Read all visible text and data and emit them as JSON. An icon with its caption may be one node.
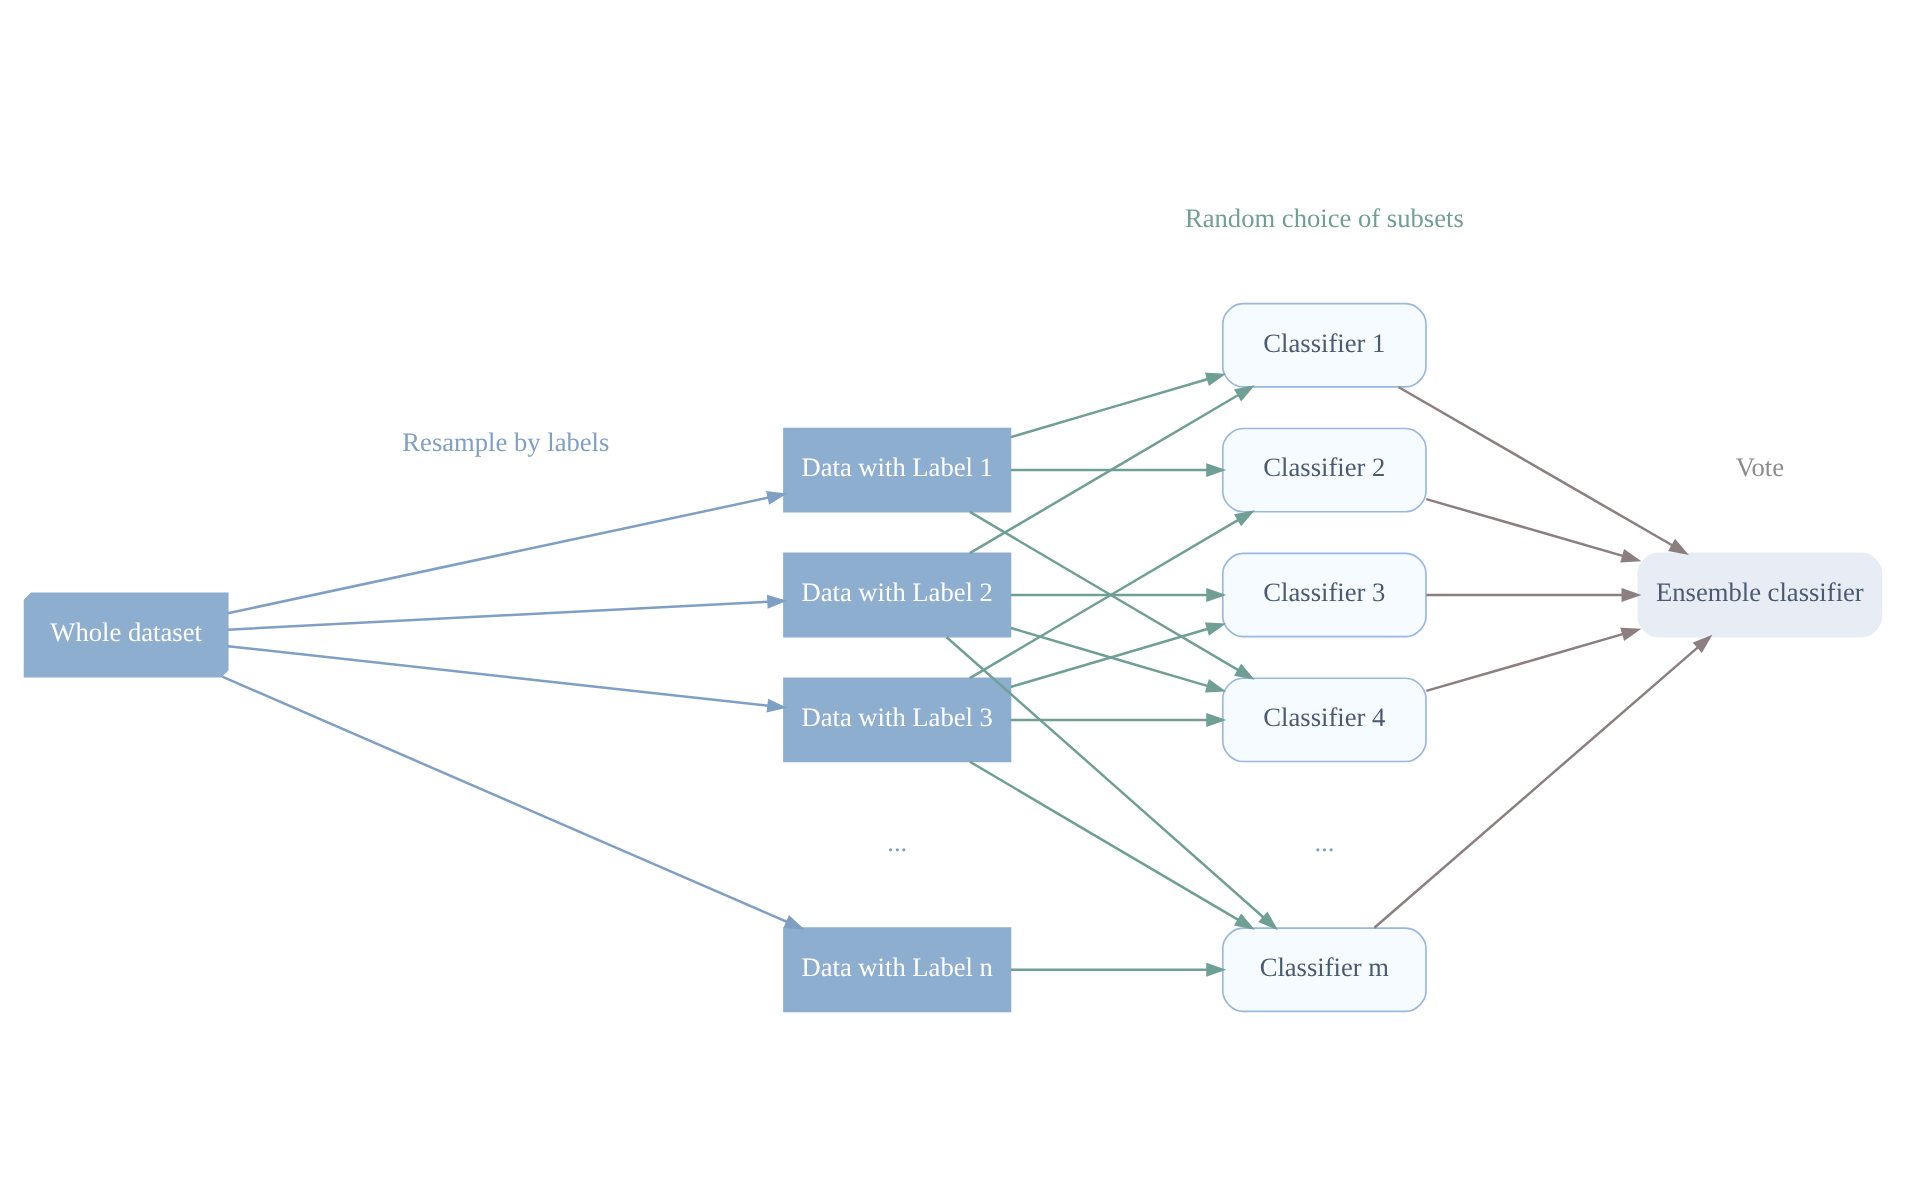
{
  "diagram": {
    "nodes": [
      {
        "text": [
          "Whole dataset"
        ]
      },
      {
        "text": [
          "Data with Label 1"
        ]
      },
      {
        "text": [
          "Data with Label 2"
        ]
      },
      {
        "text": [
          "Data with Label 3"
        ]
      },
      {
        "text": [
          "Data with Label n"
        ]
      },
      {
        "text": [
          "Classifier 1"
        ]
      },
      {
        "text": [
          "Classifier 2"
        ]
      },
      {
        "text": [
          "Classifier 3"
        ]
      },
      {
        "text": [
          "Classifier 4"
        ]
      },
      {
        "text": [
          "Classifier m"
        ]
      },
      {
        "text": [
          "Ensemble classifier"
        ]
      }
    ],
    "edges": [
      {
        "from": 0,
        "to": 1,
        "arrow": "to",
        "color": "#7f9fc4"
      },
      {
        "from": 0,
        "to": 2,
        "arrow": "to",
        "color": "#7f9fc4"
      },
      {
        "from": 0,
        "to": 3,
        "arrow": "to",
        "color": "#7f9fc4"
      },
      {
        "from": 0,
        "to": 4,
        "arrow": "to",
        "color": "#7f9fc4"
      },
      {
        "from": 1,
        "to": 5,
        "arrow": "to"
      },
      {
        "from": 1,
        "to": 6,
        "arrow": "to"
      },
      {
        "from": 1,
        "to": 8,
        "arrow": "to"
      },
      {
        "from": 2,
        "to": 5,
        "arrow": "to"
      },
      {
        "from": 2,
        "to": 7,
        "arrow": "to"
      },
      {
        "from": 2,
        "to": 8,
        "arrow": "to"
      },
      {
        "from": 2,
        "to": 9,
        "arrow": "to"
      },
      {
        "from": 3,
        "to": 6,
        "arrow": "to"
      },
      {
        "from": 3,
        "to": 7,
        "arrow": "to"
      },
      {
        "from": 3,
        "to": 8,
        "arrow": "to"
      },
      {
        "from": 3,
        "to": 9,
        "arrow": "to"
      },
      {
        "from": 4,
        "to": 9,
        "arrow": "to"
      },
      {
        "from": 5,
        "to": 10,
        "arrow": "to",
        "color": "#8c7f80"
      },
      {
        "from": 6,
        "to": 10,
        "arrow": "to",
        "color": "#8c7f80"
      },
      {
        "from": 7,
        "to": 10,
        "arrow": "to",
        "color": "#8c7f80"
      },
      {
        "from": 8,
        "to": 10,
        "arrow": "to",
        "color": "#8c7f80"
      },
      {
        "from": 9,
        "to": 10,
        "arrow": "to",
        "color": "#8c7f80"
      }
    ],
    "labels": [
      "Random choice of subsets",
      "Resample by labels",
      "Vote",
      "...",
      "..."
    ]
  }
}
